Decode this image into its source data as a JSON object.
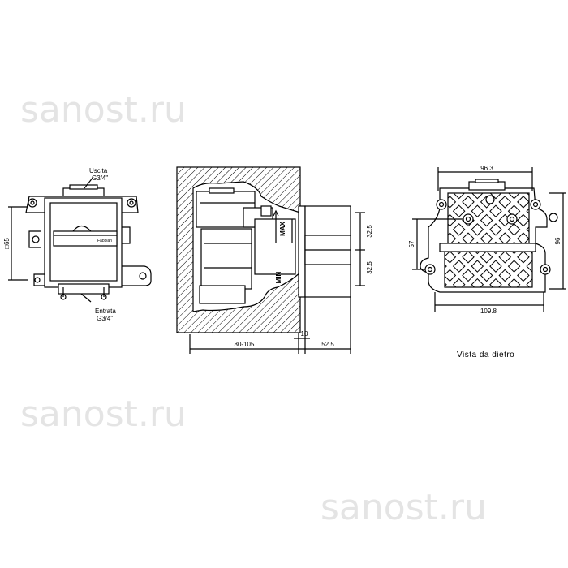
{
  "watermark": "sanost.ru",
  "front_view": {
    "outlet_label": "Uscita",
    "outlet_thread": "G3/4\"",
    "inlet_label": "Entrata",
    "inlet_thread": "G3/4\"",
    "height_dim": "□65",
    "brand_mark": "Fabbian"
  },
  "side_view": {
    "wall_depth_dim": "80-105",
    "plate_dim": "10",
    "projection_dim": "52.5",
    "upper_dim": "32.5",
    "lower_dim": "32.5",
    "max_label": "MAX",
    "min_label": "MIN"
  },
  "back_view": {
    "caption": "Vista da dietro",
    "top_width_dim": "96.3",
    "bottom_width_dim": "109.8",
    "height_dim": "96",
    "hole_spacing_dim": "57"
  }
}
